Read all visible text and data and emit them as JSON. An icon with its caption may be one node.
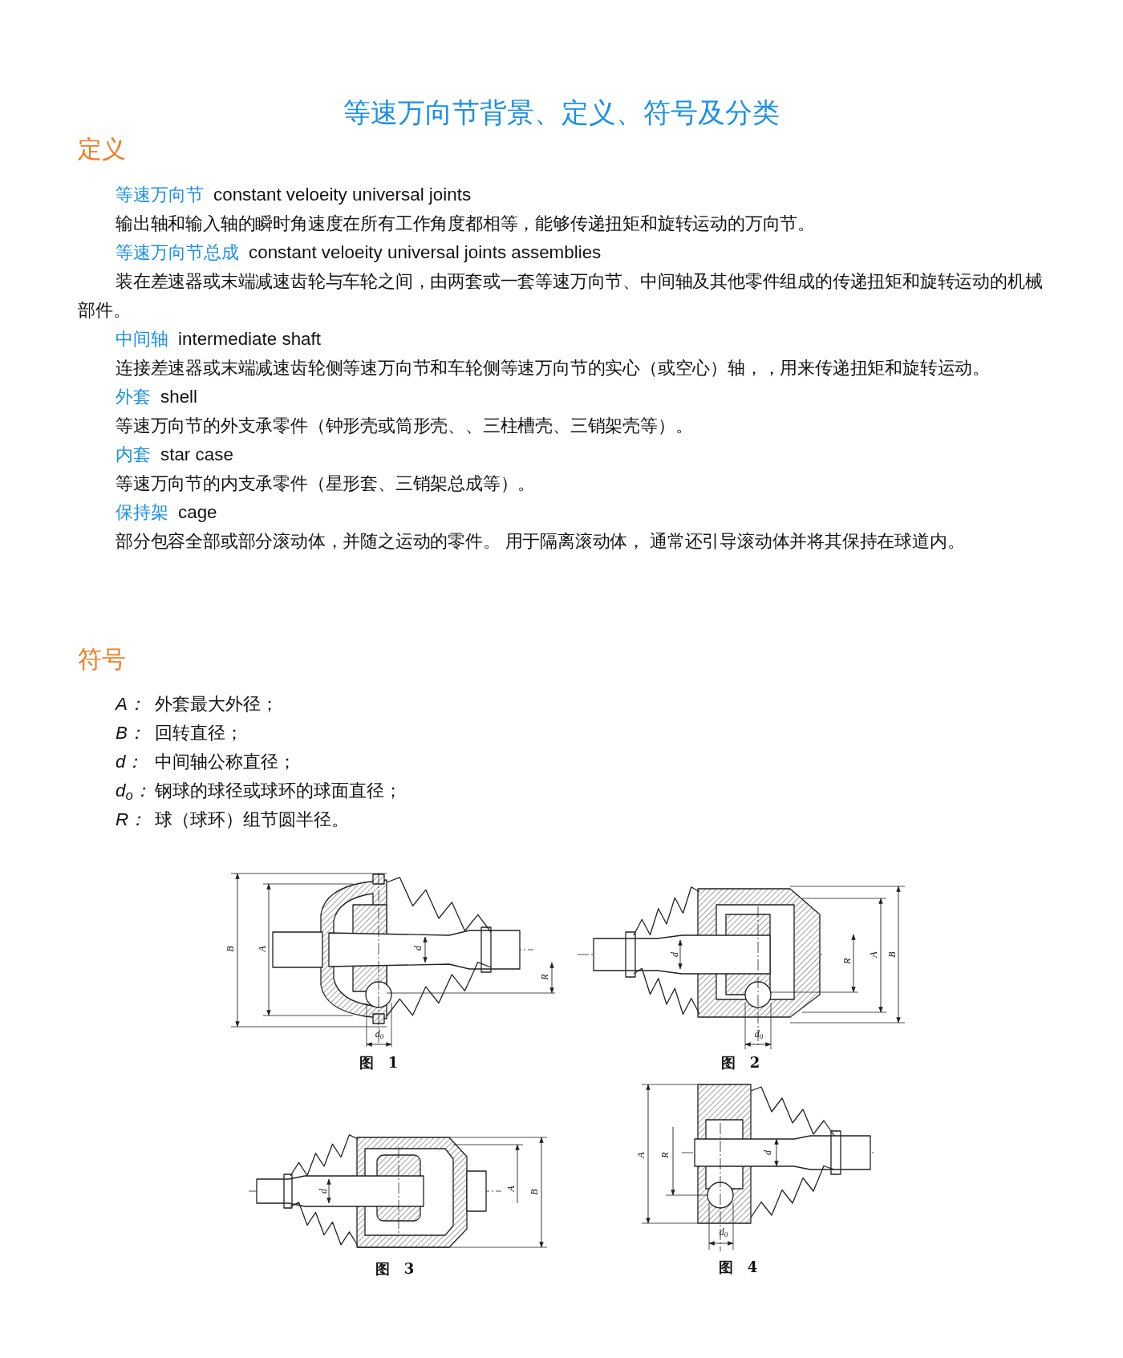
{
  "diagram": {
    "title": "等速万向节背景、定义、符号及分类",
    "labels": [
      "定义",
      "等速万向节",
      "constant veloeity universal joints",
      "输出轴和输入轴的瞬时角速度在所有工作角度都相等，能够传递扭矩和旋转运动的万向节。",
      "等速万向节总成",
      "constant veloeity universal joints assemblies",
      "装在差速器或末端减速齿轮与车轮之间，由两套或一套等速万向节、中间轴及其他零件组成的传递扭矩和旋转运动的机械部件。",
      "中间轴",
      "intermediate shaft",
      "连接差速器或末端减速齿轮侧等速万向节和车轮侧等速万向节的实心（或空心）轴，，用来传递扭矩和旋转运动。",
      "外套",
      "shell",
      "等速万向节的外支承零件（钟形壳或筒形壳、、三柱槽壳、三销架壳等）。",
      "内套",
      "star case",
      "等速万向节的内支承零件（星形套、三销架总成等）。",
      "保持架",
      "cage",
      "部分包容全部或部分滚动体，并随之运动的零件。 用于隔离滚动体， 通常还引导滚动体并将其保持在球道内。",
      "符号",
      "A：",
      "外套最大外径；",
      "B：",
      "回转直径；",
      "d：",
      "中间轴公称直径；",
      "d$_{o}$：",
      "钢球的球径或球环的球面直径；",
      "R：",
      "球（球环）组节圆半径。",
      "B",
      "A",
      "d",
      "R",
      "d$_{0}$",
      "图　1",
      "d",
      "R",
      "A",
      "B",
      "d$_{0}$",
      "图　2",
      "d",
      "A",
      "B",
      "图　3",
      "A",
      "R",
      "d",
      "d$_{0}$",
      "图　4"
    ]
  }
}
